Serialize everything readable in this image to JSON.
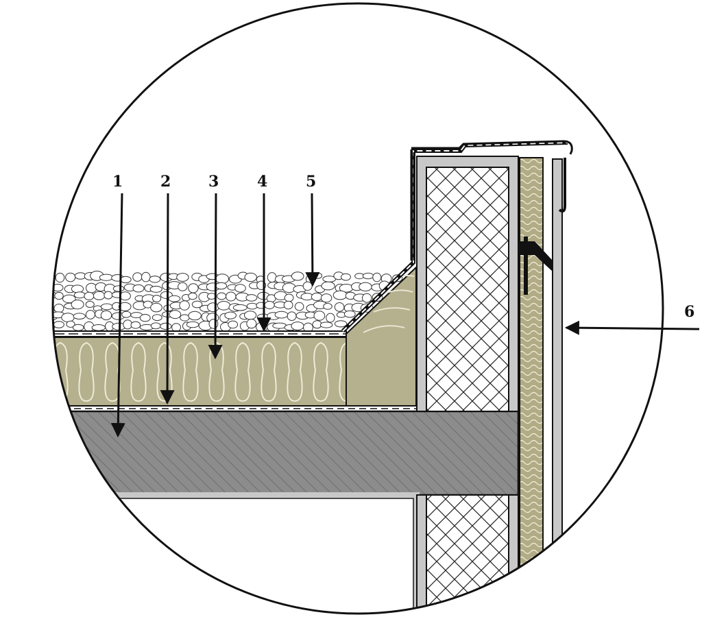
{
  "diagram": {
    "type": "roof-parapet-section-detail",
    "callouts": [
      {
        "id": "1",
        "label": "1"
      },
      {
        "id": "2",
        "label": "2"
      },
      {
        "id": "3",
        "label": "3"
      },
      {
        "id": "4",
        "label": "4"
      },
      {
        "id": "5",
        "label": "5"
      },
      {
        "id": "6",
        "label": "6"
      }
    ]
  },
  "colors": {
    "outline": "#111111",
    "slab": "#8c8c8c",
    "insulation": "#b5b08d",
    "wall_insulation": "#b2ac86",
    "metal_sheet": "#c8c8c8",
    "gravel_fill": "#ffffff"
  }
}
